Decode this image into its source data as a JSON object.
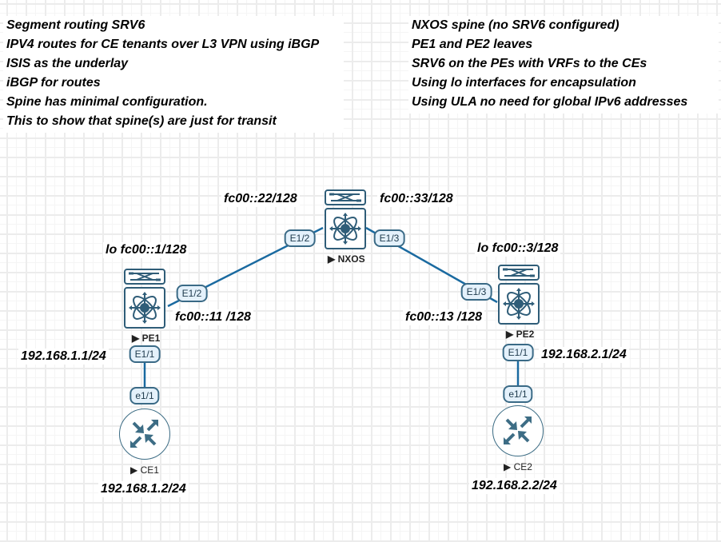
{
  "notes_left": [
    "Segment routing SRV6",
    "IPV4 routes for CE tenants over L3 VPN using iBGP",
    "ISIS as the underlay",
    "iBGP for routes",
    "Spine has minimal configuration.",
    "This to show that spine(s)  are just for transit"
  ],
  "notes_right": [
    "NXOS spine (no SRV6 configured)",
    "PE1 and PE2 leaves",
    "SRV6 on the PEs with VRFs to the CEs",
    "Using lo interfaces for encapsulation",
    "Using ULA no need for global IPv6 addresses"
  ],
  "nodes": {
    "nxos": {
      "name": "NXOS",
      "icon": "nexus-switch-icon"
    },
    "pe1": {
      "name": "PE1",
      "icon": "nexus-switch-icon"
    },
    "pe2": {
      "name": "PE2",
      "icon": "nexus-switch-icon"
    },
    "ce1": {
      "name": "CE1",
      "icon": "router-icon"
    },
    "ce2": {
      "name": "CE2",
      "icon": "router-icon"
    }
  },
  "interfaces": {
    "nxos_e12": "E1/2",
    "nxos_e13": "E1/3",
    "pe1_e12": "E1/2",
    "pe1_e11": "E1/1",
    "pe2_e13": "E1/3",
    "pe2_e11": "E1/1",
    "ce1_e11": "e1/1",
    "ce2_e11": "e1/1"
  },
  "labels": {
    "nxos_e12_addr": "fc00::22/128",
    "nxos_e13_addr": "fc00::33/128",
    "pe1_lo": "lo fc00::1/128",
    "pe2_lo": "lo fc00::3/128",
    "pe1_e12_addr": "fc00::11 /128",
    "pe2_e13_addr": "fc00::13 /128",
    "pe1_e11_addr": "192.168.1.1/24",
    "pe2_e11_addr": "192.168.2.1/24",
    "ce1_addr": "192.168.1.2/24",
    "ce2_addr": "192.168.2.2/24"
  },
  "colors": {
    "link": "#1a6aa0",
    "device": "#2f5d78"
  }
}
